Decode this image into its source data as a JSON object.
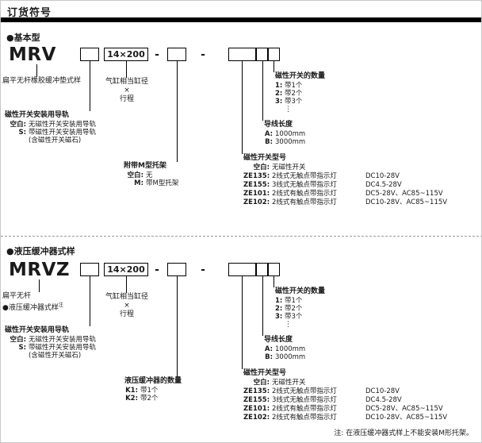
{
  "page": {
    "title": "订货符号",
    "note": "注: 在液压缓冲器式样上不能安装M形托架。"
  },
  "basic": {
    "heading": "●基本型",
    "model": "MRV",
    "bore_box": "14×200",
    "dash": "-",
    "flat_label": "扁平无杆橡胶缓冲垫式样",
    "bore": {
      "line1": "气缸相当缸径",
      "line2": "×",
      "line3": "行程"
    },
    "rail": {
      "title": "磁性开关安装用导轨",
      "rows": [
        {
          "key": "空白:",
          "text": "无磁性开关安装用导轨"
        },
        {
          "key": "S:",
          "text": "带磁性开关安装用导轨"
        },
        {
          "key": "",
          "text": "(含磁性开关磁石)"
        }
      ]
    },
    "bracket": {
      "title": "附带M型托架",
      "rows": [
        {
          "key": "空白:",
          "text": "无"
        },
        {
          "key": "M:",
          "text": "带M型托架"
        }
      ]
    },
    "switch": {
      "title": "磁性开关型号",
      "rows": [
        {
          "key": "空白:",
          "text": "无磁性开关",
          "volt": ""
        },
        {
          "key": "ZE135:",
          "text": "2线式无触点带指示灯",
          "volt": "DC10-28V"
        },
        {
          "key": "ZE155:",
          "text": "3线式无触点带指示灯",
          "volt": "DC4.5-28V"
        },
        {
          "key": "ZE101:",
          "text": "2线式有触点带指示灯",
          "volt": "DC5-28V、AC85~115V"
        },
        {
          "key": "ZE102:",
          "text": "2线式有触点带指示灯",
          "volt": "DC10-28V、AC85~115V"
        }
      ]
    },
    "lead": {
      "title": "导线长度",
      "rows": [
        {
          "key": "A:",
          "text": "1000mm"
        },
        {
          "key": "B:",
          "text": "3000mm"
        }
      ]
    },
    "qty": {
      "title": "磁性开关的数量",
      "rows": [
        {
          "key": "1:",
          "text": "带1个"
        },
        {
          "key": "2:",
          "text": "带2个"
        },
        {
          "key": "3:",
          "text": "带3个"
        }
      ],
      "ellipsis": "⋮"
    }
  },
  "buffer": {
    "heading": "●液压缓冲器式样",
    "model": "MRVZ",
    "bore_box": "14×200",
    "dash": "-",
    "flat_label_line1": "扁平无杆",
    "flat_label_line2": "●液压缓冲器式样",
    "flat_label_sup": "注",
    "bore": {
      "line1": "气缸相当缸径",
      "line2": "×",
      "line3": "行程"
    },
    "rail": {
      "title": "磁性开关安装用导轨",
      "rows": [
        {
          "key": "空白:",
          "text": "无磁性开关安装用导轨"
        },
        {
          "key": "S:",
          "text": "带磁性开关安装用导轨"
        },
        {
          "key": "",
          "text": "(含磁性开关磁石)"
        }
      ]
    },
    "buffer_qty": {
      "title": "液压缓冲器的数量",
      "rows": [
        {
          "key": "K1:",
          "text": "带1个"
        },
        {
          "key": "K2:",
          "text": "带2个"
        }
      ]
    },
    "switch": {
      "title": "磁性开关型号",
      "rows": [
        {
          "key": "空白:",
          "text": "无磁性开关",
          "volt": ""
        },
        {
          "key": "ZE135:",
          "text": "2线式无触点带指示灯",
          "volt": "DC10-28V"
        },
        {
          "key": "ZE155:",
          "text": "3线式无触点带指示灯",
          "volt": "DC4.5-28V"
        },
        {
          "key": "ZE101:",
          "text": "2线式有触点带指示灯",
          "volt": "DC5-28V、AC85~115V"
        },
        {
          "key": "ZE102:",
          "text": "2线式有触点带指示灯",
          "volt": "DC10-28V、AC85~115V"
        }
      ]
    },
    "lead": {
      "title": "导线长度",
      "rows": [
        {
          "key": "A:",
          "text": "1000mm"
        },
        {
          "key": "B:",
          "text": "3000mm"
        }
      ]
    },
    "qty": {
      "title": "磁性开关的数量",
      "rows": [
        {
          "key": "1:",
          "text": "带1个"
        },
        {
          "key": "2:",
          "text": "带2个"
        },
        {
          "key": "3:",
          "text": "带3个"
        }
      ],
      "ellipsis": "⋮"
    }
  }
}
